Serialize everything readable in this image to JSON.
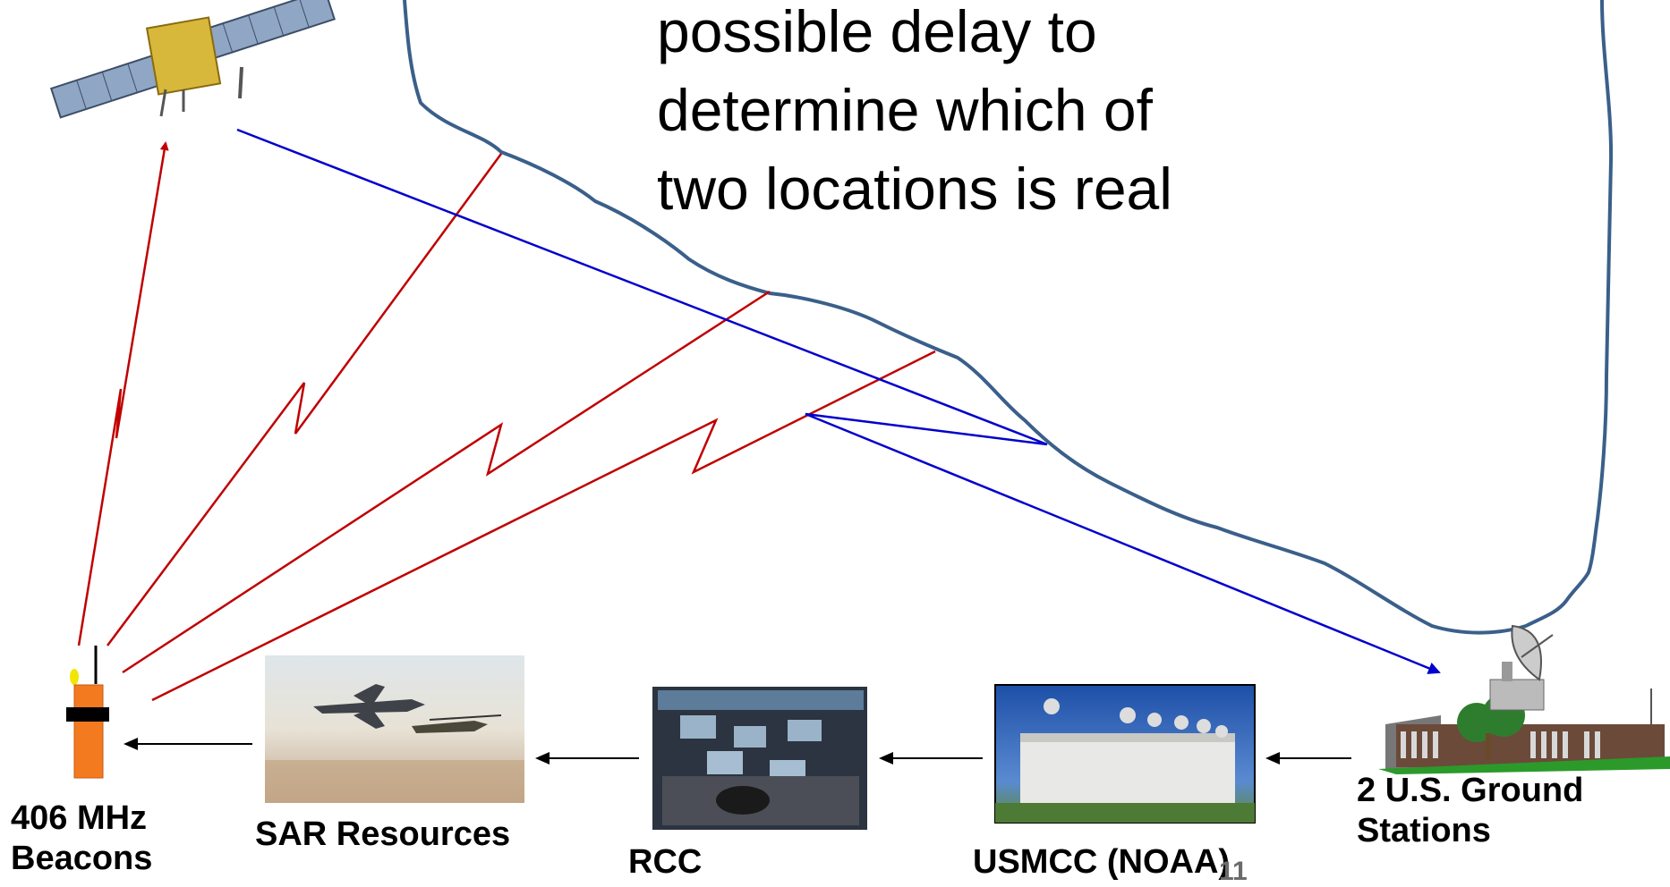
{
  "callout": {
    "lines": [
      "possible delay to",
      "determine which of",
      "two locations is real"
    ]
  },
  "labels": {
    "beacons": "406 MHz\nBeacons",
    "sar": "SAR Resources",
    "rcc": "RCC",
    "usmcc": "USMCC (NOAA)",
    "ground": "2 U.S. Ground\nStations"
  },
  "page_number": "11",
  "colors": {
    "red_link": "#c00000",
    "blue_link": "#0000cc",
    "cloud_outline": "#3a5f8a",
    "arrow": "#000000"
  },
  "icons": [
    "satellite-icon",
    "beacon-icon",
    "sar-aircraft-photo",
    "rcc-control-room-photo",
    "usmcc-building-photo",
    "ground-station-icon"
  ]
}
